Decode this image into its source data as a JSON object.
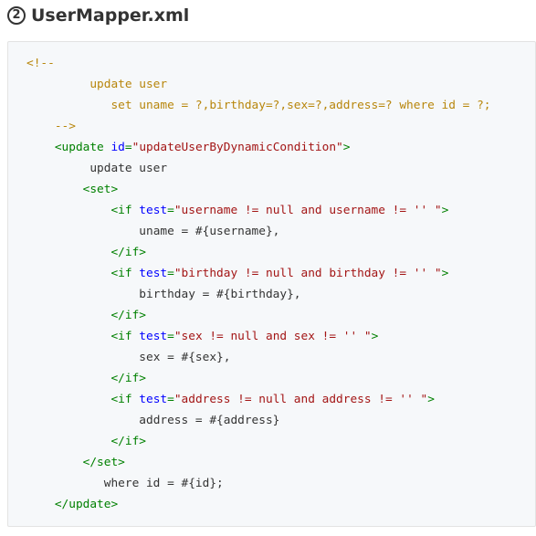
{
  "heading": {
    "number": "2",
    "title": "UserMapper.xml"
  },
  "colors": {
    "comment": "#b8860b",
    "tag": "#008000",
    "attr_name": "#0000ff",
    "attr_value": "#a31515",
    "text": "#333333",
    "code_background": "#f6f8fa"
  },
  "code_lines": [
    {
      "indent": "",
      "tokens": [
        {
          "type": "c",
          "text": "<!--"
        }
      ]
    },
    {
      "indent": "         ",
      "tokens": [
        {
          "type": "c",
          "text": "update user"
        }
      ]
    },
    {
      "indent": "            ",
      "tokens": [
        {
          "type": "c",
          "text": "set uname = ?,birthday=?,sex=?,address=? where id = ?;"
        }
      ]
    },
    {
      "indent": "    ",
      "tokens": [
        {
          "type": "c",
          "text": "-->"
        }
      ]
    },
    {
      "indent": "    ",
      "tokens": [
        {
          "type": "t",
          "text": "<update "
        },
        {
          "type": "a",
          "text": "id"
        },
        {
          "type": "t",
          "text": "="
        },
        {
          "type": "v",
          "text": "\"updateUserByDynamicCondition\""
        },
        {
          "type": "t",
          "text": ">"
        }
      ]
    },
    {
      "indent": "         ",
      "tokens": [
        {
          "type": "p",
          "text": "update user"
        }
      ]
    },
    {
      "indent": "        ",
      "tokens": [
        {
          "type": "t",
          "text": "<set>"
        }
      ]
    },
    {
      "indent": "            ",
      "tokens": [
        {
          "type": "t",
          "text": "<if "
        },
        {
          "type": "a",
          "text": "test"
        },
        {
          "type": "t",
          "text": "="
        },
        {
          "type": "v",
          "text": "\"username != null and username != '' \""
        },
        {
          "type": "t",
          "text": ">"
        }
      ]
    },
    {
      "indent": "                ",
      "tokens": [
        {
          "type": "p",
          "text": "uname = #{username},"
        }
      ]
    },
    {
      "indent": "            ",
      "tokens": [
        {
          "type": "t",
          "text": "</if>"
        }
      ]
    },
    {
      "indent": "            ",
      "tokens": [
        {
          "type": "t",
          "text": "<if "
        },
        {
          "type": "a",
          "text": "test"
        },
        {
          "type": "t",
          "text": "="
        },
        {
          "type": "v",
          "text": "\"birthday != null and birthday != '' \""
        },
        {
          "type": "t",
          "text": ">"
        }
      ]
    },
    {
      "indent": "                ",
      "tokens": [
        {
          "type": "p",
          "text": "birthday = #{birthday},"
        }
      ]
    },
    {
      "indent": "            ",
      "tokens": [
        {
          "type": "t",
          "text": "</if>"
        }
      ]
    },
    {
      "indent": "            ",
      "tokens": [
        {
          "type": "t",
          "text": "<if "
        },
        {
          "type": "a",
          "text": "test"
        },
        {
          "type": "t",
          "text": "="
        },
        {
          "type": "v",
          "text": "\"sex != null and sex != '' \""
        },
        {
          "type": "t",
          "text": ">"
        }
      ]
    },
    {
      "indent": "                ",
      "tokens": [
        {
          "type": "p",
          "text": "sex = #{sex},"
        }
      ]
    },
    {
      "indent": "            ",
      "tokens": [
        {
          "type": "t",
          "text": "</if>"
        }
      ]
    },
    {
      "indent": "            ",
      "tokens": [
        {
          "type": "t",
          "text": "<if "
        },
        {
          "type": "a",
          "text": "test"
        },
        {
          "type": "t",
          "text": "="
        },
        {
          "type": "v",
          "text": "\"address != null and address != '' \""
        },
        {
          "type": "t",
          "text": ">"
        }
      ]
    },
    {
      "indent": "                ",
      "tokens": [
        {
          "type": "p",
          "text": "address = #{address}"
        }
      ]
    },
    {
      "indent": "            ",
      "tokens": [
        {
          "type": "t",
          "text": "</if>"
        }
      ]
    },
    {
      "indent": "        ",
      "tokens": [
        {
          "type": "t",
          "text": "</set>"
        }
      ]
    },
    {
      "indent": "           ",
      "tokens": [
        {
          "type": "p",
          "text": "where id = #{id};"
        }
      ]
    },
    {
      "indent": "    ",
      "tokens": [
        {
          "type": "t",
          "text": "</update>"
        }
      ]
    }
  ]
}
